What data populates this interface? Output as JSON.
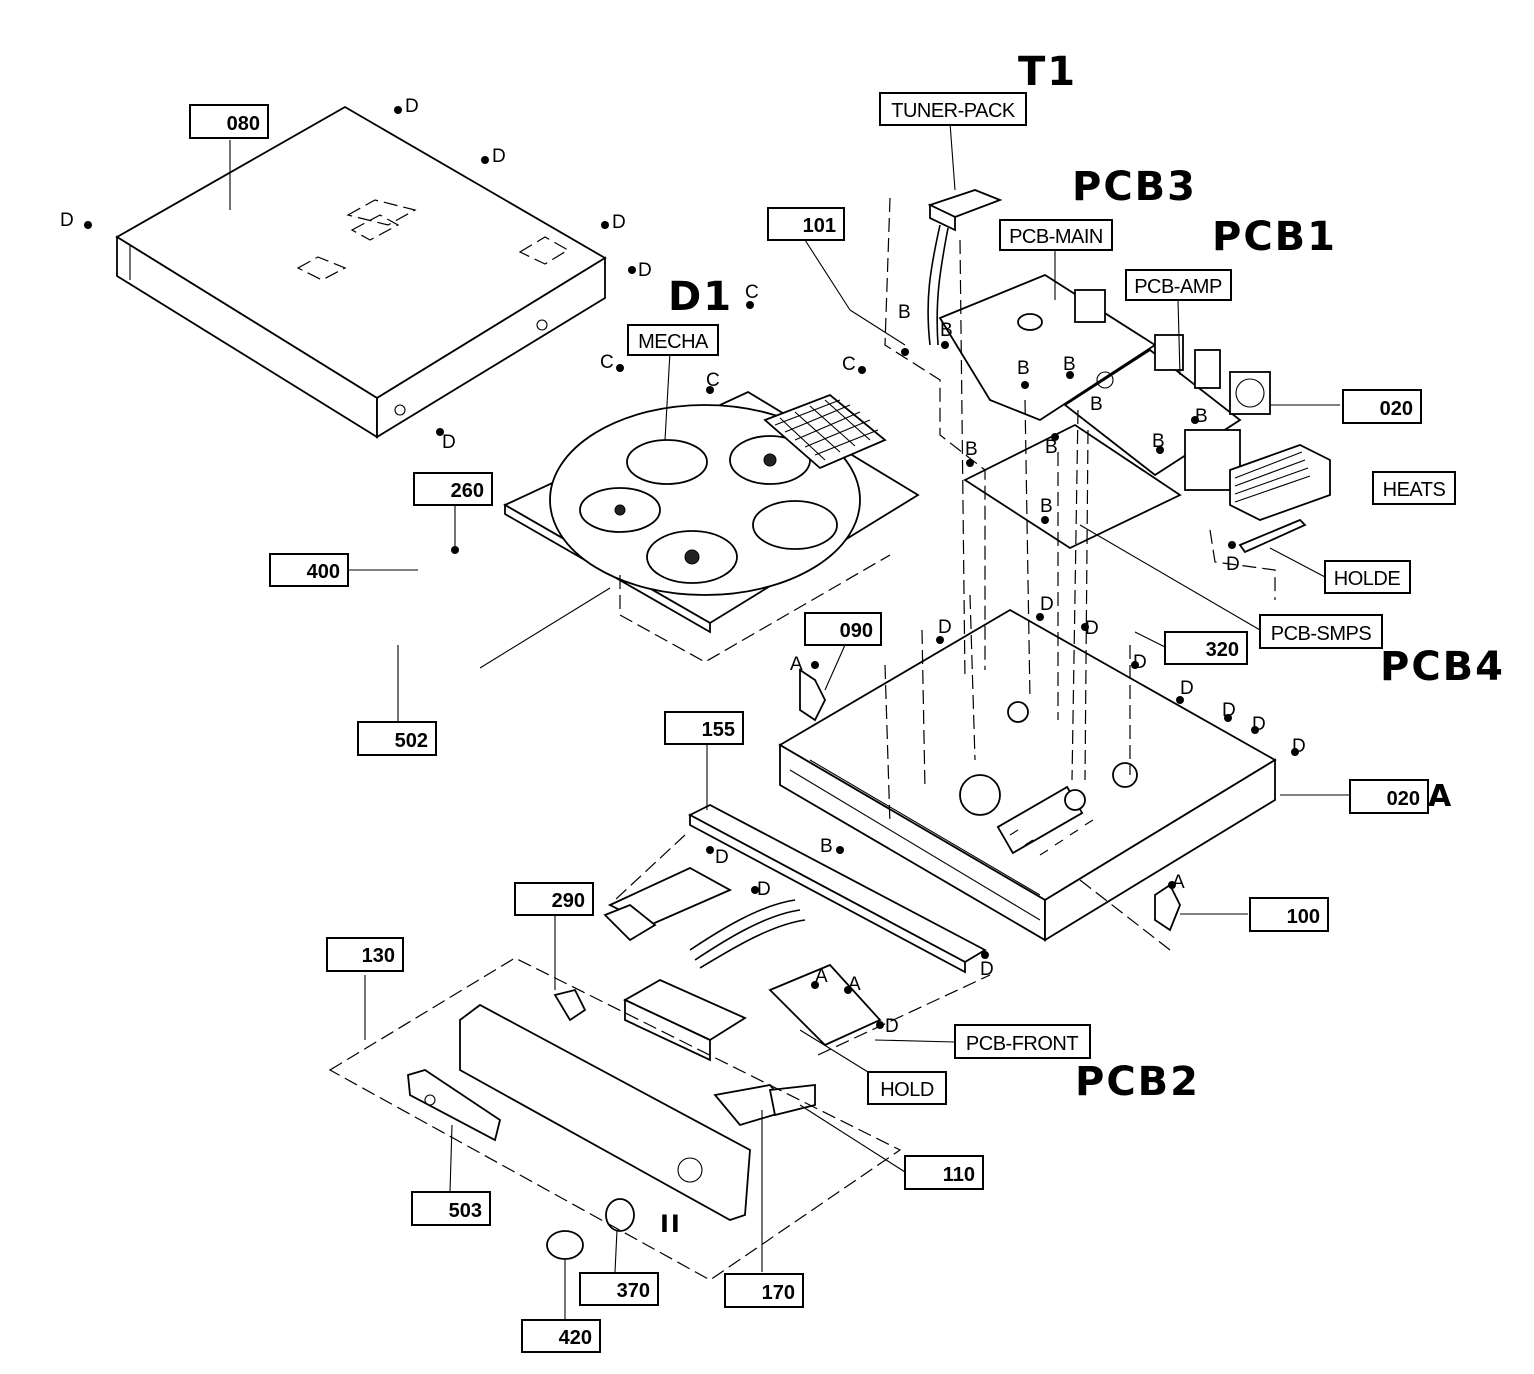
{
  "handwritten": {
    "t1": "T1",
    "pcb3": "PCB3",
    "pcb1": "PCB1",
    "d1": "D1",
    "pcb4": "PCB4",
    "pcb2": "PCB2",
    "suffix_a": "A",
    "marks_ii": "II"
  },
  "part_numbers": [
    "080",
    "101",
    "260",
    "400",
    "502",
    "090",
    "155",
    "320",
    "020",
    "020",
    "100",
    "290",
    "130",
    "110",
    "503",
    "370",
    "170",
    "420"
  ],
  "component_names": [
    "TUNER-PACK",
    "PCB-MAIN",
    "PCB-AMP",
    "MECHA",
    "HEATS",
    "HOLDE",
    "PCB-SMPS",
    "PCB-FRONT",
    "HOLD"
  ],
  "screw_letters": [
    "A",
    "B",
    "C",
    "D"
  ]
}
